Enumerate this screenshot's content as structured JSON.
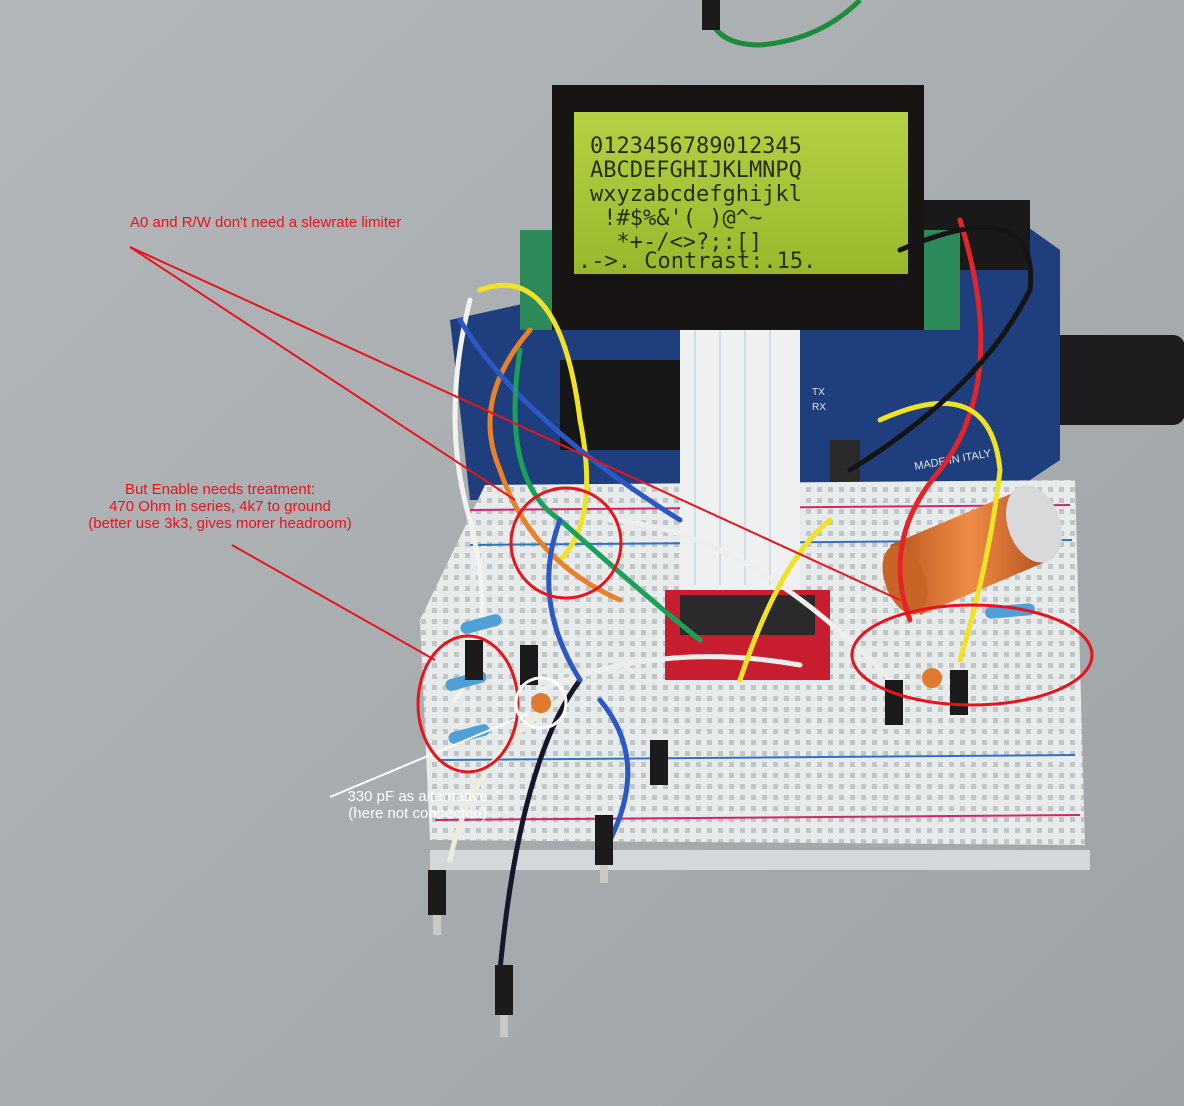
{
  "lcd": {
    "lines": [
      "0123456789012345",
      "ABCDEFGHIJKLMNPQ",
      "wxyzabcdefghijkl",
      " !#$%&'( )@^~",
      "  *+-/<>?;:[]",
      ".->. Contrast:.15."
    ]
  },
  "annotations": {
    "a0_rw": "A0 and R/W don't need a slewrate limiter",
    "enable": [
      "But Enable needs treatment:",
      "470 Ohm in series, 4k7 to ground",
      "(better use 3k3, gives morer headroom)"
    ],
    "capacitor": [
      "330 pF as alternative",
      "(here not connected)"
    ]
  },
  "board_labels": {
    "made_in": "MADE IN ITALY",
    "tx": "TX",
    "rx": "RX"
  },
  "colors": {
    "annotation_red": "#e8141c",
    "annotation_white": "#ffffff",
    "lcd_green": "#a7c635"
  }
}
